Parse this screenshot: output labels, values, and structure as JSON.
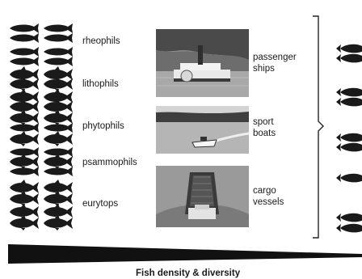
{
  "guilds": [
    {
      "label": "rheophils"
    },
    {
      "label": "lithophils"
    },
    {
      "label": "phytophils"
    },
    {
      "label": "psammophils"
    },
    {
      "label": "eurytops"
    }
  ],
  "vessels": [
    {
      "label_lines": [
        "passenger",
        "ships"
      ],
      "icon": "passenger-ship-photo"
    },
    {
      "label_lines": [
        "sport",
        "boats"
      ],
      "icon": "sport-boat-photo"
    },
    {
      "label_lines": [
        "cargo",
        "vessels"
      ],
      "icon": "cargo-vessel-photo"
    }
  ],
  "gradient_label": "Fish density & diversity",
  "colors": {
    "fish": "#1a1a1a",
    "wedge": "#111111",
    "bracket": "#222222"
  }
}
